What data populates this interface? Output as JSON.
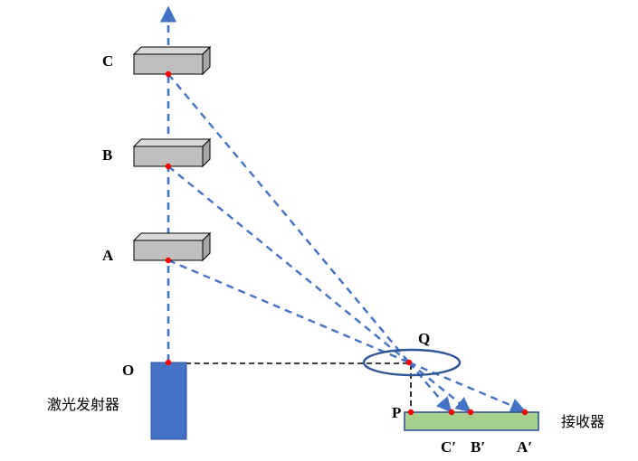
{
  "labels": {
    "c": "C",
    "b": "B",
    "a": "A",
    "o": "O",
    "q": "Q",
    "p": "P",
    "c_prime": "C′",
    "b_prime": "B′",
    "a_prime": "A′"
  },
  "captions": {
    "laser": "激光发射器",
    "receiver": "接收器"
  },
  "colors": {
    "beam": "#4472C4",
    "block_fill": "#BFBFBF",
    "block_top": "#D9D9D9",
    "block_side": "#A6A6A6",
    "laser_fill": "#4472C4",
    "receiver_fill": "#A9D18E",
    "lens_stroke": "#2F5597",
    "point": "#FF0000",
    "guide": "#000000"
  }
}
